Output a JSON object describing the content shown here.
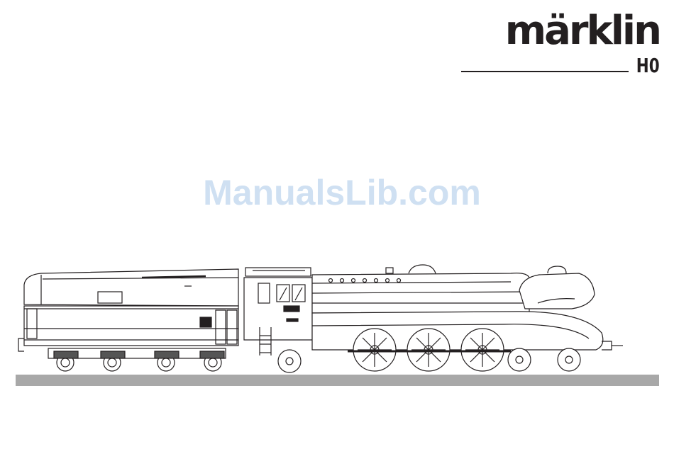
{
  "brand": {
    "wordmark": "märklin",
    "scale": "H0"
  },
  "watermark": {
    "text": "ManualsLib.com"
  },
  "colors": {
    "ink": "#231f20",
    "rail": "#a8a8a8",
    "watermark": "#cfe0f2"
  },
  "illustration": {
    "subject": "streamlined steam locomotive with tender, side view",
    "icon": "locomotive-icon"
  }
}
